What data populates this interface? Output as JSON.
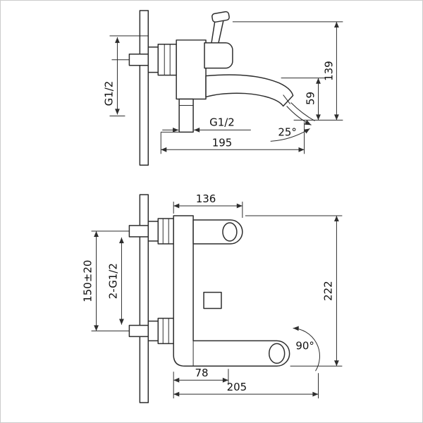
{
  "colors": {
    "background": "#ffffff",
    "line": "#2e2e2e",
    "text": "#111111",
    "border": "#cccccc"
  },
  "top_view": {
    "labels": {
      "inlet_thread": "G1/2",
      "spout_height": "59",
      "overall_height": "139",
      "outlet_thread": "G1/2",
      "stream_angle": "25°",
      "overall_reach": "195"
    }
  },
  "front_view": {
    "labels": {
      "body_width": "136",
      "inlet_spacing": "150±20",
      "inlet_thread_count": "2-G1/2",
      "overall_height": "222",
      "swivel_angle": "90°",
      "outlet_offset": "78",
      "overall_width": "205"
    }
  }
}
